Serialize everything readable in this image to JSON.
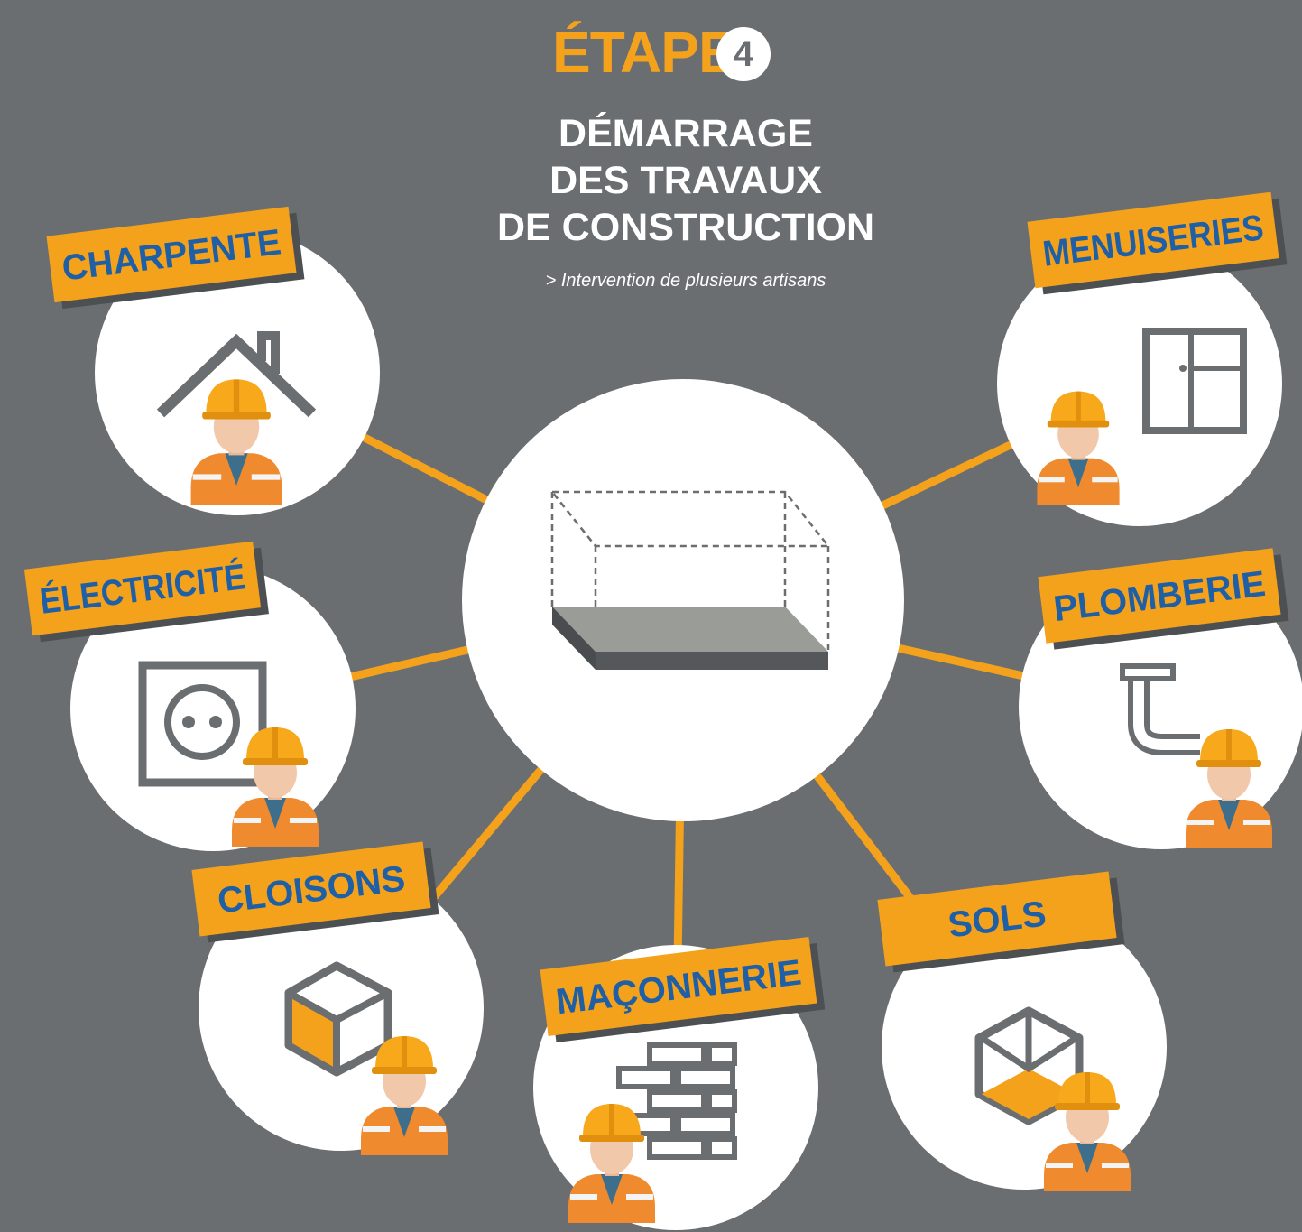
{
  "header": {
    "step_label": "ÉTAPE",
    "step_number": "4",
    "title_lines": [
      "DÉMARRAGE",
      "DES TRAVAUX",
      "DE CONSTRUCTION"
    ],
    "subtitle": "> Intervention de plusieurs artisans"
  },
  "colors": {
    "background": "#6b6e70",
    "accent": "#f4a21c",
    "label_text": "#1f5fa6",
    "circle": "#ffffff",
    "icon_stroke": "#6b6e70"
  },
  "center": {
    "icon": "building-foundation-slab-icon"
  },
  "trades": [
    {
      "id": "charpente",
      "label": "CHARPENTE",
      "icon": "roof-icon"
    },
    {
      "id": "menuiseries",
      "label": "MENUISERIES",
      "icon": "window-icon"
    },
    {
      "id": "electricite",
      "label": "ÉLECTRICITÉ",
      "icon": "power-outlet-icon"
    },
    {
      "id": "plomberie",
      "label": "PLOMBERIE",
      "icon": "pipe-icon"
    },
    {
      "id": "cloisons",
      "label": "CLOISONS",
      "icon": "partition-cube-icon"
    },
    {
      "id": "maconnerie",
      "label": "MAÇONNERIE",
      "icon": "brick-wall-icon"
    },
    {
      "id": "sols",
      "label": "SOLS",
      "icon": "floor-cube-icon"
    }
  ]
}
